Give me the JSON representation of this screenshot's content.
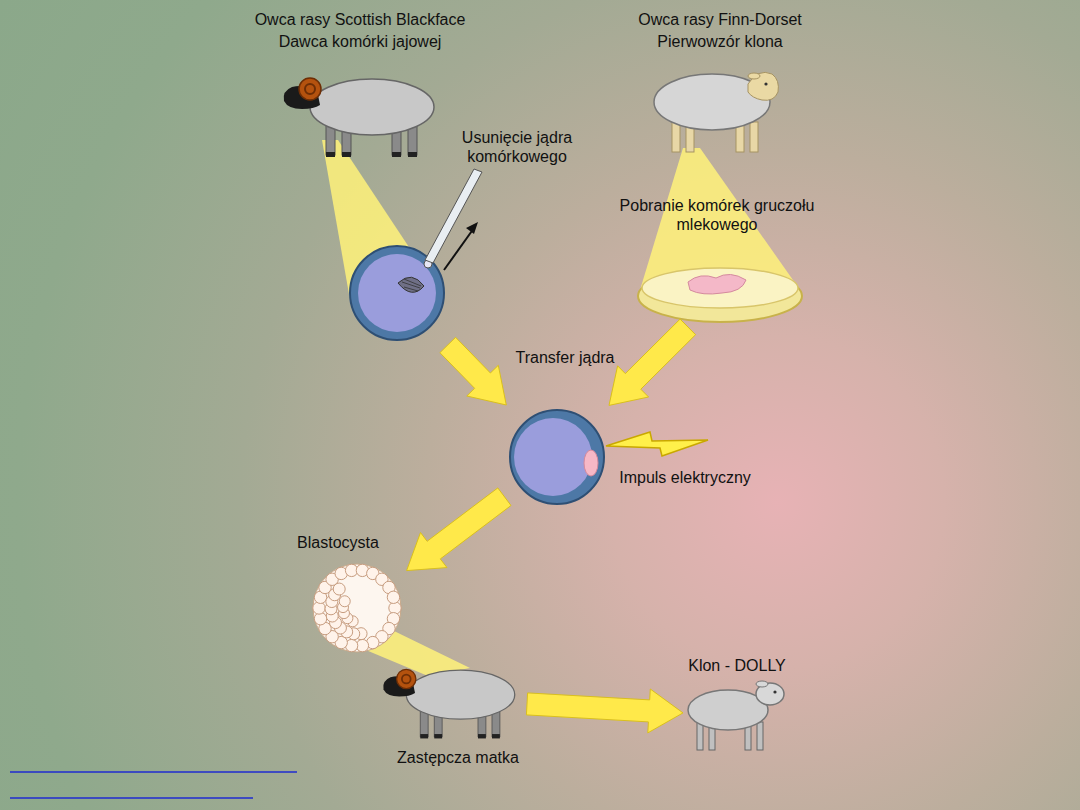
{
  "diagram": {
    "nodes": [
      {
        "text": [
          "Owca rasy Scottish Blackface",
          "Dawca komórki jajowej"
        ]
      },
      {
        "text": [
          "Owca rasy Finn-Dorset",
          "Pierwowzór klona"
        ]
      },
      {
        "text": [
          "Usunięcie jądra komórkowego"
        ]
      },
      {
        "text": [
          "Pobranie komórek gruczołu mlekowego"
        ]
      },
      {
        "text": [
          "Transfer jądra",
          "Impuls elektryczny"
        ]
      },
      {
        "text": [
          "Blastocysta"
        ]
      },
      {
        "text": [
          "Zastępcza matka"
        ]
      },
      {
        "text": [
          "Klon - DOLLY"
        ]
      }
    ],
    "edges": [
      {
        "from": 2,
        "to": 4,
        "arrow": "to"
      },
      {
        "from": 3,
        "to": 4,
        "arrow": "to"
      },
      {
        "from": 4,
        "to": 5,
        "arrow": "to"
      },
      {
        "from": 6,
        "to": 7,
        "arrow": "to"
      }
    ]
  }
}
